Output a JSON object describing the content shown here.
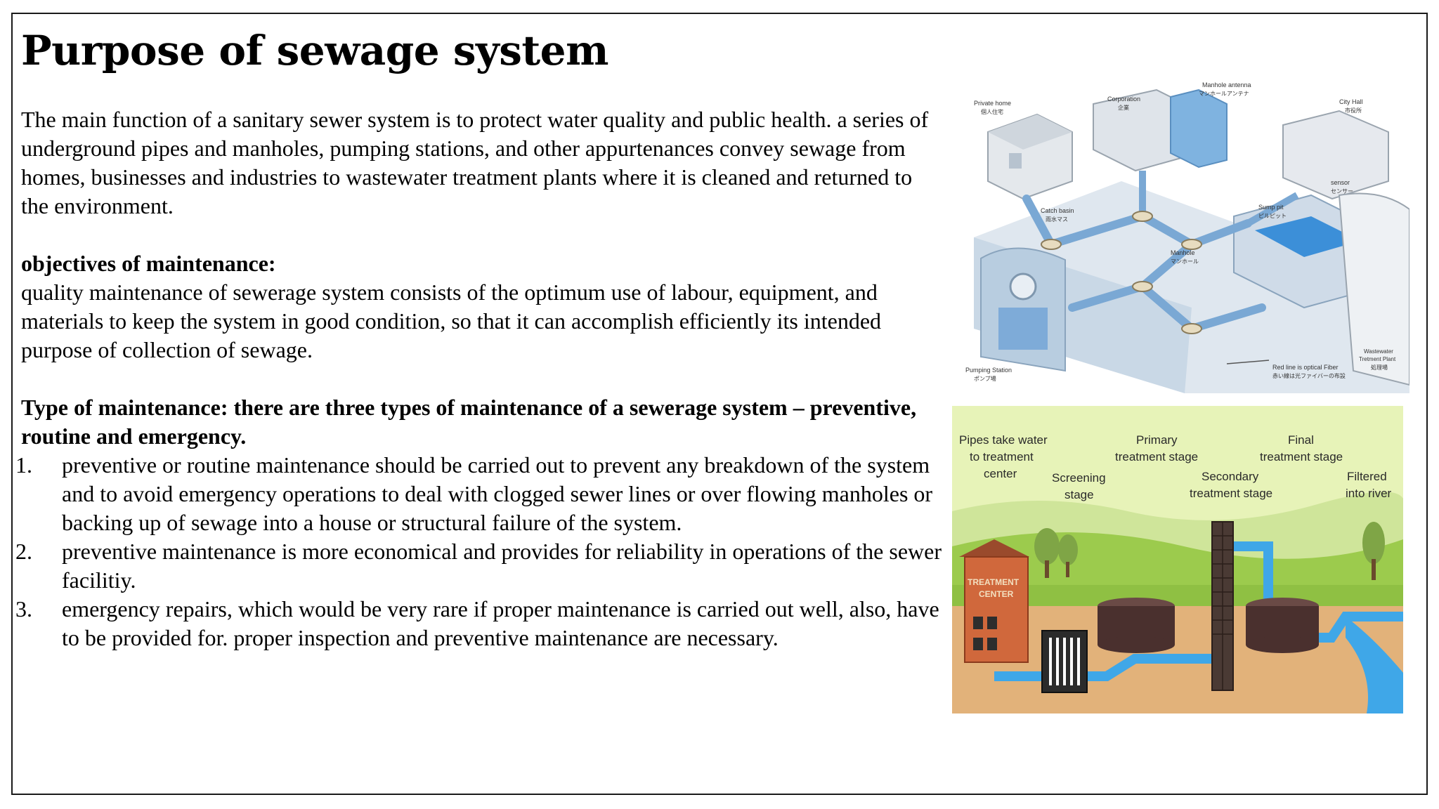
{
  "slide": {
    "title": "Purpose of sewage system",
    "intro": "The main function of a sanitary sewer system is to protect water quality and public health. a series of underground pipes and manholes, pumping stations, and other appurtenances convey sewage from homes, businesses and industries to wastewater treatment plants where it is cleaned and returned to the environment.",
    "objectives_heading": "objectives of maintenance:",
    "objectives_text": "quality maintenance of sewerage system consists of the optimum use of labour, equipment, and materials to keep the system in good condition, so that it can accomplish efficiently its intended purpose of collection of sewage.",
    "types_heading": "Type of maintenance: there are three types of maintenance of a sewerage system – preventive, routine and emergency.",
    "items": [
      {
        "num": "1.",
        "text": "preventive or routine maintenance should be carried out to prevent any breakdown of the system and to avoid emergency operations to deal with clogged sewer lines or over flowing manholes or backing up of sewage into a house or structural failure of the system."
      },
      {
        "num": "2.",
        "text": "preventive maintenance is more economical and provides for reliability in operations of the sewer facilitiy."
      },
      {
        "num": "3.",
        "text": "emergency repairs, which would be very rare if proper maintenance is carried out well, also, have to be provided for. proper inspection and preventive maintenance are necessary."
      }
    ]
  },
  "sewer_diagram": {
    "labels": {
      "private_home": "Private home",
      "private_home_jp": "個人住宅",
      "corporation": "Corporation",
      "corporation_jp": "企業",
      "manhole_antenna": "Manhole antenna",
      "manhole_antenna_jp": "マンホールアンテナ",
      "city_hall": "City Hall",
      "city_hall_jp": "市役所",
      "sensor": "sensor",
      "sensor_jp": "センサー",
      "catch_basin": "Catch basin",
      "catch_basin_jp": "雨水マス",
      "sump_pit": "Sump pit",
      "sump_pit_jp": "ピルピット",
      "manhole": "Manhole",
      "manhole_jp": "マンホール",
      "pumping_station": "Pumping Station",
      "pumping_station_jp": "ポンプ場",
      "optical_fiber": "Red line is optical Fiber",
      "optical_fiber_jp": "赤い線は光ファイバーの布設",
      "wastewater_plant_1": "Wastewater",
      "wastewater_plant_2": "Tretment Plant",
      "wastewater_plant_jp": "処理場"
    }
  },
  "treatment_diagram": {
    "labels": {
      "pipes_1": "Pipes take water",
      "pipes_2": "to treatment",
      "pipes_3": "center",
      "screening_1": "Screening",
      "screening_2": "stage",
      "primary_1": "Primary",
      "primary_2": "treatment stage",
      "secondary_1": "Secondary",
      "secondary_2": "treatment stage",
      "final_1": "Final",
      "final_2": "treatment stage",
      "filtered_1": "Filtered",
      "filtered_2": "into river",
      "building_1": "TREATMENT",
      "building_2": "CENTER"
    }
  }
}
